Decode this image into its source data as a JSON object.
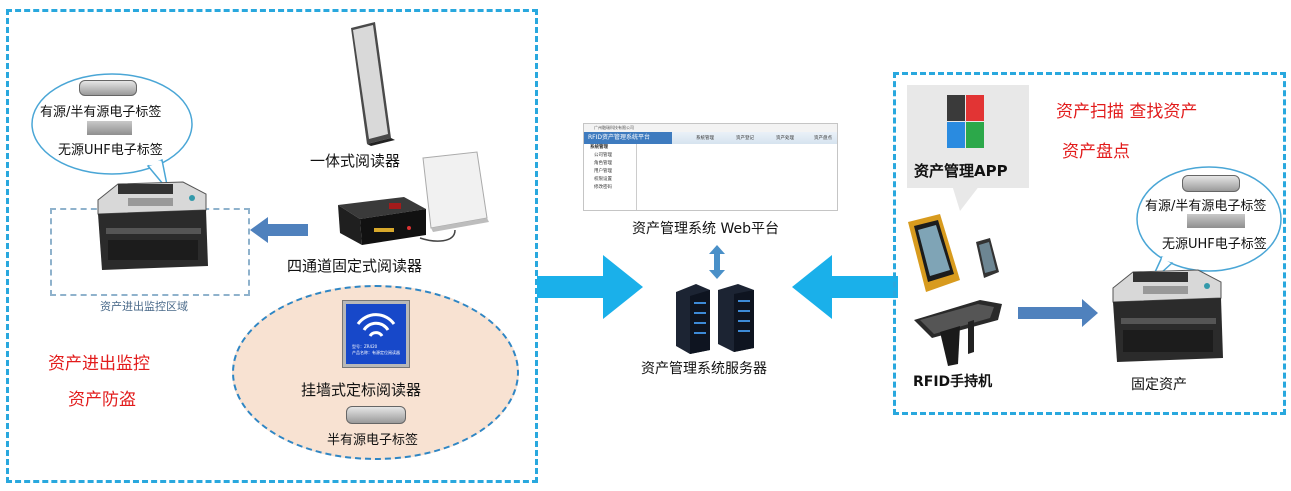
{
  "left_section": {
    "bubble_active_tag": "有源/半有源电子标签",
    "bubble_uhf_tag": "无源UHF电子标签",
    "integrated_reader": "一体式阅读器",
    "four_channel_reader": "四通道固定式阅读器",
    "monitor_zone": "资产进出监控区域",
    "red_line1": "资产进出监控",
    "red_line2": "资产防盗",
    "wall_reader": "挂墙式定标阅读器",
    "semi_active_tag": "半有源电子标签",
    "screen_text1": "型号：ZR420",
    "screen_text2": "产品名称：有源定位阅读器"
  },
  "center": {
    "web_platform": "资产管理系统 Web平台",
    "server": "资产管理系统服务器",
    "web_top_text": "广州融瑞科技有限公司",
    "web_brand": "RFID资产管理系统平台",
    "web_tabs": [
      "系统管理",
      "资产登记",
      "资产处理",
      "资产盘点"
    ],
    "web_sidebar": [
      "系统管理",
      "公司管理",
      "角色管理",
      "用户管理",
      "权限设置",
      "修改密码"
    ]
  },
  "right_section": {
    "red_line1": "资产扫描  查找资产",
    "red_line2": "资产盘点",
    "app": "资产管理APP",
    "handheld": "RFID手持机",
    "fixed_asset": "固定资产",
    "bubble_active_tag": "有源/半有源电子标签",
    "bubble_uhf_tag": "无源UHF电子标签"
  },
  "colors": {
    "dash": "#29a8de",
    "arrow_big": "#1ab0ea",
    "arrow_small": "#4f81bd",
    "red_text": "#e21b1b",
    "ellipse_fill": "#f8e2d2"
  }
}
